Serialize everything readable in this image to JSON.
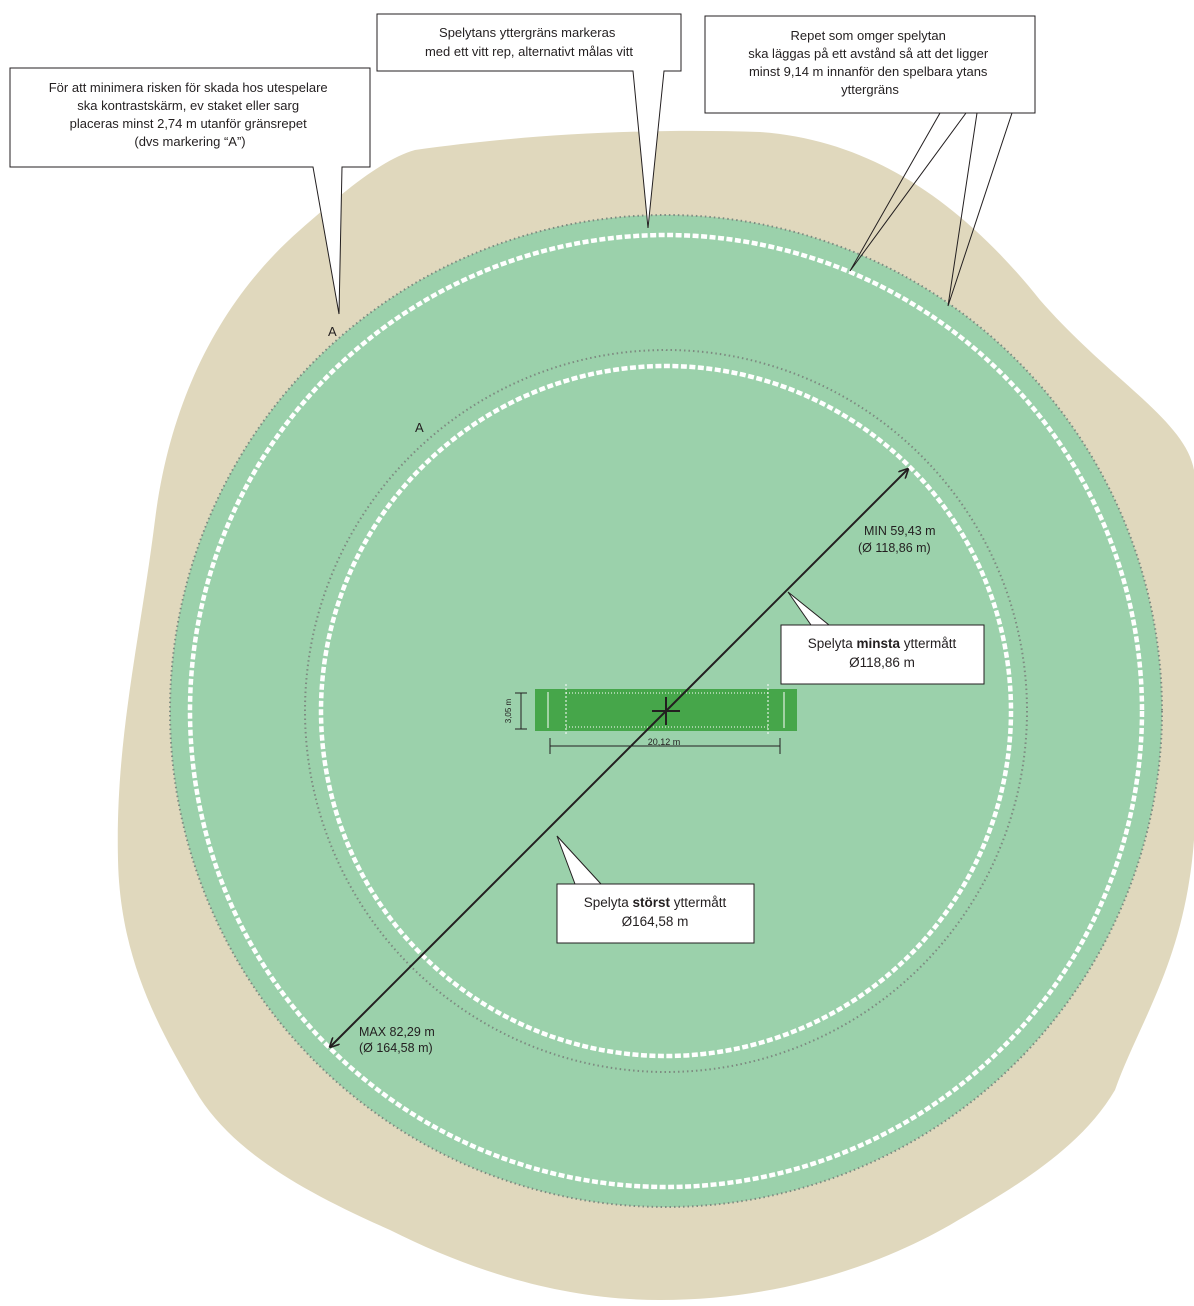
{
  "callouts": {
    "fence": {
      "lines": [
        "För att minimera risken för skada hos utespelare",
        "ska kontrastskärm, ev staket eller sarg",
        "placeras minst 2,74 m utanför gränsrepet",
        "(dvs markering “A”)"
      ]
    },
    "boundary": {
      "lines": [
        "Spelytans yttergräns markeras",
        "med ett vitt rep, alternativt målas vitt"
      ]
    },
    "rope": {
      "lines": [
        "Repet som omger spelytan",
        "ska läggas på ett avstånd så att det ligger",
        "minst 9,14 m innanför den spelbara ytans",
        "yttergräns"
      ]
    },
    "min_area": {
      "pre": "Spelyta ",
      "bold": "minsta",
      "post": " yttermått",
      "value": "Ø118,86 m"
    },
    "max_area": {
      "pre": "Spelyta ",
      "bold": "störst",
      "post": " yttermått",
      "value": "Ø164,58 m"
    }
  },
  "markers": {
    "outer_a": "A",
    "inner_a": "A"
  },
  "dimensions": {
    "min_radius": "MIN 59,43 m",
    "min_diameter": "(Ø 118,86 m)",
    "max_radius": "MAX 82,29 m",
    "max_diameter": "(Ø 164,58 m)",
    "pitch_length": "20,12 m",
    "pitch_width": "3,05 m"
  },
  "colors": {
    "surround": "#e0d8bd",
    "field": "#9bd1ab",
    "pitch": "#46a64a",
    "rope": "#ffffff",
    "dotted": "#7d8a80",
    "ink": "#231f20"
  }
}
